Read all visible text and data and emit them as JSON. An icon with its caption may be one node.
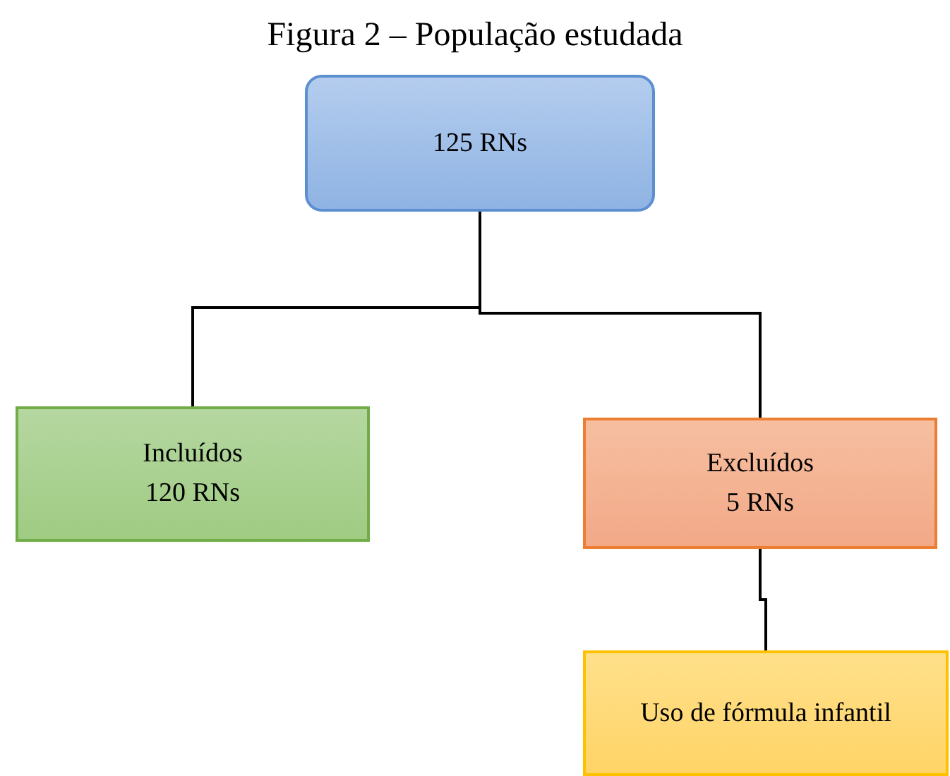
{
  "diagram": {
    "title": "Figura 2 – População estudada",
    "nodes": [
      {
        "text": [
          "125 RNs"
        ]
      },
      {
        "text": [
          "Incluídos",
          "120 RNs"
        ]
      },
      {
        "text": [
          "Excluídos",
          "5 RNs"
        ]
      },
      {
        "text": [
          "Uso de fórmula infantil"
        ]
      }
    ],
    "edges": [
      {
        "from": 0,
        "to": 1,
        "arrow": "none"
      },
      {
        "from": 0,
        "to": 2,
        "arrow": "none"
      },
      {
        "from": 2,
        "to": 3,
        "arrow": "none"
      }
    ]
  }
}
